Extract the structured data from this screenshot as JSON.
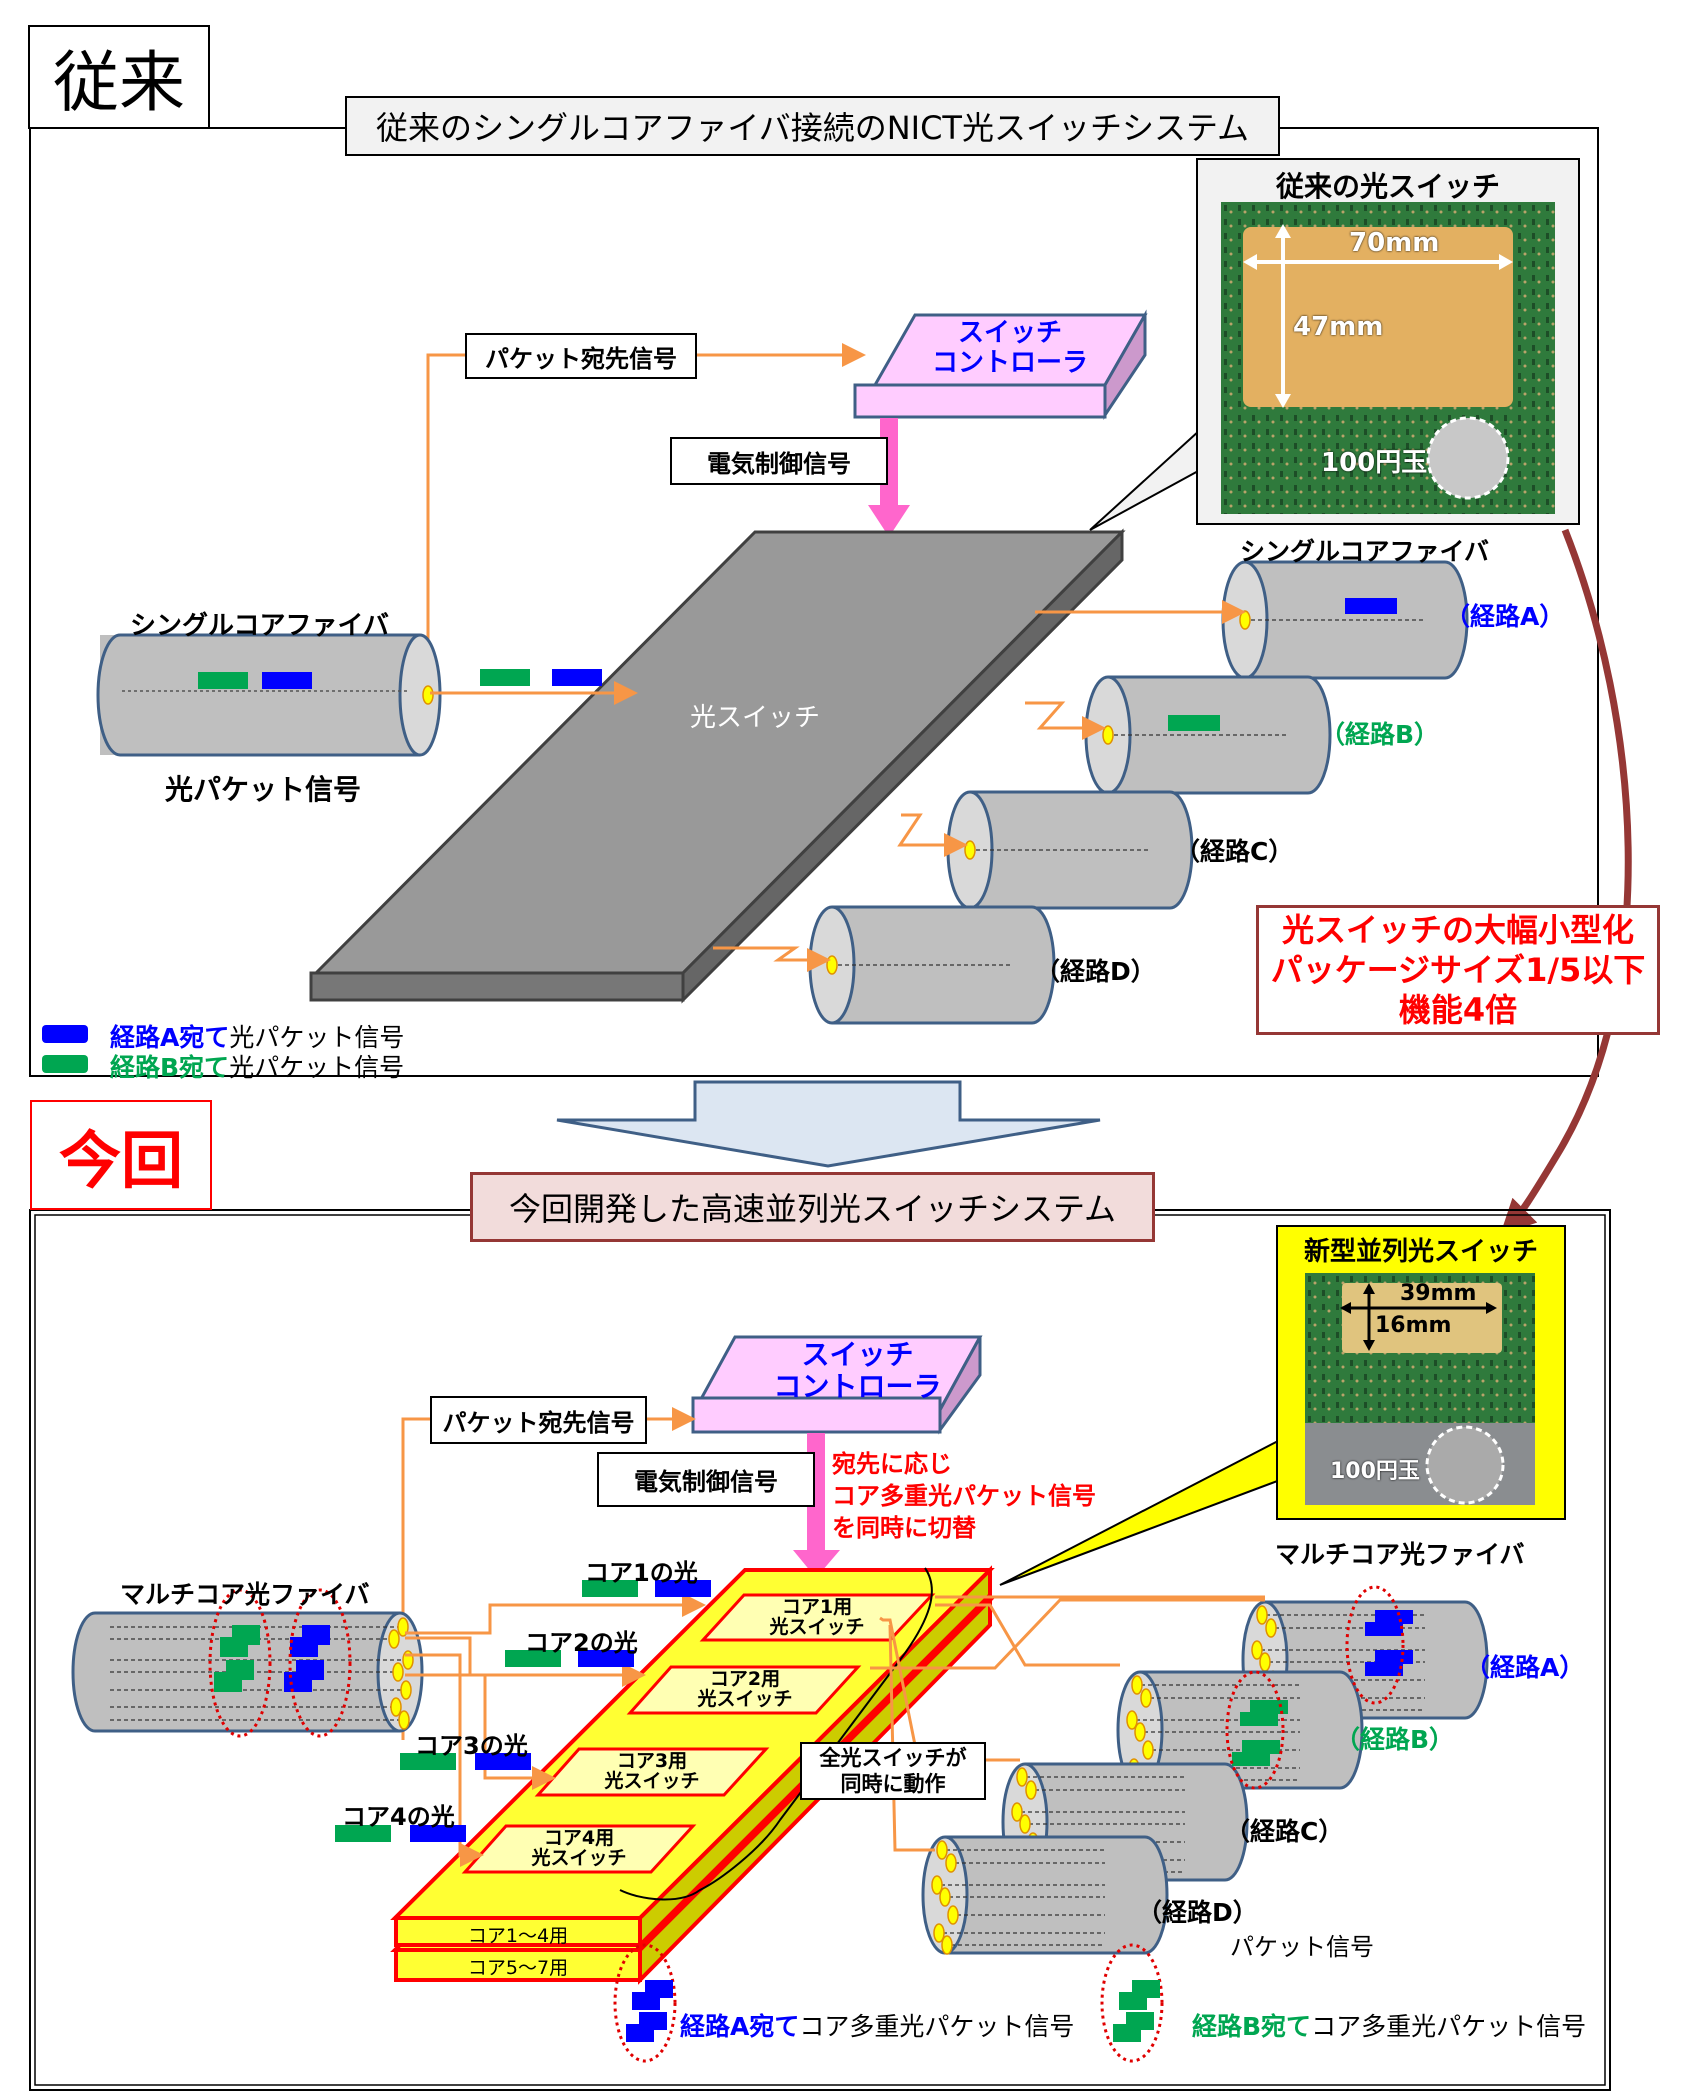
{
  "top": {
    "tag": "従来",
    "title": "従来のシングルコアファイバ接続のNICT光スイッチシステム",
    "packet_dest_label": "パケット宛先信号",
    "controller_line1": "スイッチ",
    "controller_line2": "コントローラ",
    "elec_ctrl_label": "電気制御信号",
    "switch_label": "光スイッチ",
    "input_fiber_label": "シングルコアファイバ",
    "input_caption": "光パケット信号",
    "output_fiber_label": "シングルコアファイバ",
    "routes": [
      "（経路A）",
      "（経路B）",
      "（経路C）",
      "（経路D）"
    ],
    "legend": [
      {
        "colored": "経路A宛て",
        "rest": "光パケット信号",
        "color": "#0000ff"
      },
      {
        "colored": "経路B宛て",
        "rest": "光パケット信号",
        "color": "#00a651"
      }
    ],
    "photo": {
      "title": "従来の光スイッチ",
      "width_label": "70mm",
      "height_label": "47mm",
      "coin_label": "100円玉"
    }
  },
  "summary": {
    "line1": "光スイッチの大幅小型化",
    "line2": "パッケージサイズ1/5以下",
    "line3": "機能4倍"
  },
  "bottom": {
    "tag": "今回",
    "title": "今回開発した高速並列光スイッチシステム",
    "packet_dest_label": "パケット宛先信号",
    "controller_line1": "スイッチ",
    "controller_line2": "コントローラ",
    "elec_ctrl_label": "電気制御信号",
    "note_lines": [
      "宛先に応じ",
      "コア多重光パケット信号",
      "を同時に切替"
    ],
    "input_fiber_label": "マルチコア光ファイバ",
    "output_fiber_label": "マルチコア光ファイバ",
    "core_lights": [
      "コア1の光",
      "コア2の光",
      "コア3の光",
      "コア4の光"
    ],
    "core_switches": [
      {
        "line1": "コア1用",
        "line2": "光スイッチ"
      },
      {
        "line1": "コア2用",
        "line2": "光スイッチ"
      },
      {
        "line1": "コア3用",
        "line2": "光スイッチ"
      },
      {
        "line1": "コア4用",
        "line2": "光スイッチ"
      }
    ],
    "stack_labels": [
      "コア1～4用",
      "コア5～7用"
    ],
    "simul_line1": "全光スイッチが",
    "simul_line2": "同時に動作",
    "routes": [
      "（経路A）",
      "（経路B）",
      "（経路C）",
      "（経路D）"
    ],
    "packet_signal_caption": "パケット信号",
    "legend": [
      {
        "colored": "経路A宛て",
        "rest": "コア多重光パケット信号",
        "color": "#0000ff"
      },
      {
        "colored": "経路B宛て",
        "rest": "コア多重光パケット信号",
        "color": "#00a651"
      }
    ],
    "photo": {
      "title": "新型並列光スイッチ",
      "width_label": "39mm",
      "height_label": "16mm",
      "coin_label": "100円玉"
    }
  },
  "colors": {
    "route_a": "#0000ff",
    "route_b": "#00a651",
    "fiber_gray": "#bfbfbf",
    "fiber_edge": "#3f5f86",
    "orange": "#f79646",
    "pink": "#ff66cc",
    "controller": "#ffccff",
    "switch_yellow": "#ffff33",
    "summary_red": "#ff0000",
    "summary_border": "#953735"
  }
}
